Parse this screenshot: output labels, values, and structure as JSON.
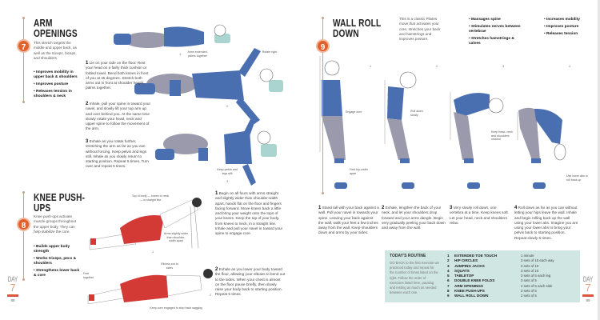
{
  "left_page": {
    "arm": {
      "number": "7",
      "title": "ARM OPENINGS",
      "description": "This stretch targets the middle and upper back, as well as the triceps, biceps, and shoulders.",
      "bullets": [
        "Improves mobility in upper back & shoulders",
        "Improves posture",
        "Releases tension in shoulders & neck"
      ],
      "steps": [
        {
          "n": "1",
          "text": "Lie on your side on the floor. Rest your head on a fairly thick cushion or folded towel. Bend both knees in front of you at 45 degrees. Stretch both arms out in front at shoulder height, palms together."
        },
        {
          "n": "2",
          "text": "Inhale, pull your spine in toward your navel, and slowly lift your top arm up and over behind you. At the same time slowly rotate your head, neck and upper spine to follow the movement of the arm."
        },
        {
          "n": "3",
          "text": "Exhale as you rotate further, stretching the arm as far as you can without forcing. Keep pelvis and legs still. Inhale as you slowly return to starting position. Repeat 5 times. Turn over and repeat 5 times."
        }
      ],
      "labels": {
        "arms": "Arms extended, palms together",
        "rotate": "Rotate right",
        "pelvis": "Keep pelvis and legs still"
      },
      "figure_numbers": [
        "1",
        "2",
        "3"
      ]
    },
    "knee": {
      "number": "8",
      "title": "KNEE PUSH-UPS",
      "description": "Knee push-ups activate muscle groups throughout the upper body. They can help stabilize the core.",
      "bullets": [
        "Builds upper body strength",
        "Works triceps, pecs & shoulders",
        "Strengthens lower back & core"
      ],
      "steps": [
        {
          "n": "1",
          "text": "Begin on all fours with arms straight and slightly wider than shoulder-width apart, hands flat on the floor and fingers facing forward. Move knees back a little and bring your weight onto the tops of your knees. Keep the top of your body, from knees to neck, in a straight line. Inhale and pull your navel in toward your spine to engage core."
        },
        {
          "n": "2",
          "text": "Exhale as you lower your body toward the floor, allowing your elbows to bend out to the sides. When your chest is almost on the floor pause briefly, then slowly raise your body back to starting position. Repeat 5 times."
        }
      ],
      "labels": {
        "top": "Top of body — knees to neck — in straight line",
        "arms": "Arms slightly wider than shoulder-width apart",
        "elbows": "Elbows out to sides",
        "feet": "Feet together",
        "core": "Keep core engaged to stop back sagging"
      },
      "figure_numbers": [
        "1",
        "2"
      ]
    },
    "day": {
      "label": "DAY",
      "number": "7"
    },
    "page_number": "88"
  },
  "right_page": {
    "wall": {
      "number": "9",
      "title": "WALL ROLL DOWN",
      "description": "This is a classic Pilates move that activates your core, stretches your back and hamstrings and improves posture.",
      "bullets_col1": [
        "Massages spine",
        "Stimulates nerves between vertebrae",
        "Stretches hamstrings & calves"
      ],
      "bullets_col2": [
        "Increases mobility",
        "Improves posture",
        "Releases tension"
      ],
      "labels": {
        "core": "Engage core",
        "feet": "Feet hip-width apart",
        "roll": "Roll down slowly",
        "relaxed": "Keep head, neck and shoulders relaxed",
        "abs": "Use lower abs to roll back up"
      },
      "figure_numbers": [
        "1",
        "2",
        "3",
        "4"
      ],
      "steps": [
        {
          "n": "1",
          "text": "Stand tall with your back against a wall. Pull your navel in towards your spine. Leaving your back against the wall, walk your feet a few inches away from the wall. Keep shoulders down and arms by your sides."
        },
        {
          "n": "2",
          "text": "Exhale, lengthen the back of your neck, and let your shoulders drop forward and your arms dangle. Begin very gradually peeling your back down and away from the wall."
        },
        {
          "n": "3",
          "text": "Very slowly roll down, one vertebra at a time. Keep knees soft. Let your head, neck and shoulders relax."
        },
        {
          "n": "4",
          "text": "Roll down as far as you can without letting your hips leave the wall. Inhale and begin rolling back up the wall using your lower abs. Imagine you are using your lower abs to bring your pelvis back to starting position. Repeat slowly 5 times."
        }
      ]
    },
    "routine": {
      "title": "TODAY'S ROUTINE",
      "description": "GO BACK to the first exercise we practiced today and repeat for the number of times listed on the right. Follow the order of exercises listed here, pausing and resting as much as needed between each one.",
      "items": [
        {
          "n": "1",
          "name": "EXTENDED TOE TOUCH",
          "sets": "1 minute"
        },
        {
          "n": "2",
          "name": "HIP CIRCLES",
          "sets": "3 sets of 15 each way"
        },
        {
          "n": "3",
          "name": "JUMPING JACKS",
          "sets": "3 sets of 10"
        },
        {
          "n": "4",
          "name": "SQUATS",
          "sets": "3 sets of 10"
        },
        {
          "n": "5",
          "name": "TABLETOP",
          "sets": "3 sets of 5 each leg"
        },
        {
          "n": "6",
          "name": "DOUBLE KNEE FOLDS",
          "sets": "3 sets of 5"
        },
        {
          "n": "7",
          "name": "ARM OPENINGS",
          "sets": "2 sets of 5 each side"
        },
        {
          "n": "8",
          "name": "KNEE PUSH-UPS",
          "sets": "3 sets of 5"
        },
        {
          "n": "9",
          "name": "WALL ROLL DOWN",
          "sets": "2 sets of 5"
        }
      ]
    },
    "day": {
      "label": "DAY",
      "number": "7"
    },
    "page_number": "89"
  },
  "colors": {
    "accent": "#e0612b",
    "shirt_blue": "#4a6fb0",
    "legging_gray": "#9a9aac",
    "legging_red": "#d33a36",
    "routine_bg": "#cfe6e2"
  }
}
